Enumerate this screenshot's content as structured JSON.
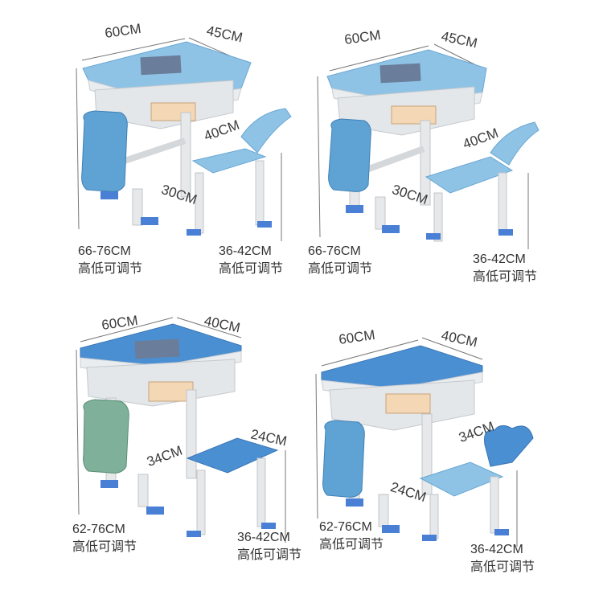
{
  "colors": {
    "desk_top": "#8ec3e6",
    "desk_top_dark": "#4b8fd3",
    "frame": "#dfe3e6",
    "foot": "#4a7fd6",
    "bag": "#5fa3d4",
    "bag_green": "#7fb19a"
  },
  "panels": [
    {
      "width": "60CM",
      "depth": "45CM",
      "seat_w": "40CM",
      "seat_d": "30CM",
      "desk_height": "66-76CM",
      "chair_height": "36-42CM",
      "note": "高低可调节"
    },
    {
      "width": "60CM",
      "depth": "45CM",
      "seat_w": "40CM",
      "seat_d": "30CM",
      "desk_height": "66-76CM",
      "chair_height": "36-42CM",
      "note": "高低可调节"
    },
    {
      "width": "60CM",
      "depth": "40CM",
      "seat_w": "24CM",
      "seat_d": "34CM",
      "desk_height": "62-76CM",
      "chair_height": "36-42CM",
      "note": "高低可调节"
    },
    {
      "width": "60CM",
      "depth": "40CM",
      "seat_w": "34CM",
      "seat_d": "24CM",
      "desk_height": "62-76CM",
      "chair_height": "36-42CM",
      "note": "高低可调节"
    }
  ]
}
